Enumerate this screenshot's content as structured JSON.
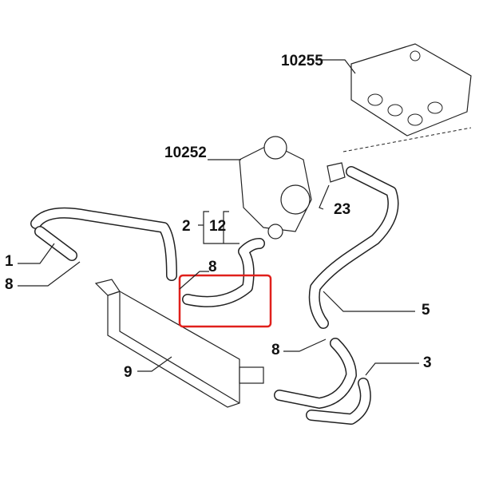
{
  "labels": {
    "intake_manifold": "10255",
    "turbocharger": "10252",
    "gasket_23": "23",
    "hose_2": "2",
    "part_12": "12",
    "clamp_8_top": "8",
    "hose_1": "1",
    "clamp_8_left": "8",
    "pipe_5": "5",
    "clamp_8_bottom": "8",
    "intercooler_9": "9",
    "pipe_3": "3"
  },
  "colors": {
    "highlight": "#e0201c",
    "line": "#222222"
  }
}
